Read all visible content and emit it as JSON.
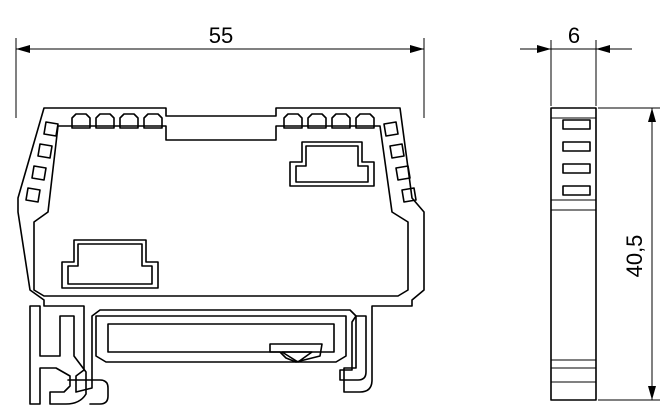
{
  "dimensions": {
    "overall_width": "55",
    "thickness": "6",
    "height": "40,5"
  },
  "colors": {
    "ink": "#000000",
    "background": "#ffffff"
  }
}
